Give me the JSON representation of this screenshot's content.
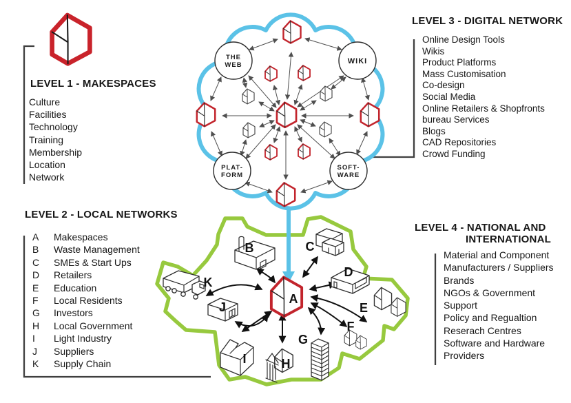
{
  "level1": {
    "title": "LEVEL 1 - MAKESPACES",
    "items": [
      "Culture",
      "Facilities",
      "Technology",
      "Training",
      "Membership",
      "Location",
      "Network"
    ]
  },
  "level2": {
    "title": "LEVEL 2 - LOCAL NETWORKS",
    "items": [
      {
        "key": "A",
        "label": "Makespaces"
      },
      {
        "key": "B",
        "label": "Waste Management"
      },
      {
        "key": "C",
        "label": "SMEs & Start Ups"
      },
      {
        "key": "D",
        "label": "Retailers"
      },
      {
        "key": "E",
        "label": "Education"
      },
      {
        "key": "F",
        "label": "Local Residents"
      },
      {
        "key": "G",
        "label": "Investors"
      },
      {
        "key": "H",
        "label": "Local Government"
      },
      {
        "key": "I",
        "label": "Light Industry"
      },
      {
        "key": "J",
        "label": "Suppliers"
      },
      {
        "key": "K",
        "label": "Supply Chain"
      }
    ]
  },
  "level3": {
    "title": "LEVEL 3 - DIGITAL NETWORK",
    "items": [
      "Online Design Tools",
      "Wikis",
      "Product Platforms",
      "Mass Customisation",
      "Co-design",
      "Social Media",
      "Online Retailers & Shopfronts",
      "bureau Services",
      "Blogs",
      "CAD Repositories",
      "Crowd Funding"
    ]
  },
  "level4": {
    "title_line1": "LEVEL 4 - NATIONAL AND",
    "title_line2": "INTERNATIONAL",
    "items": [
      "Material and Component",
      "Manufacturers / Suppliers",
      "Brands",
      "NGOs & Government",
      "Support",
      "Policy and Regualtion",
      "Reserach Centres",
      "Software and Hardware",
      "Providers"
    ]
  },
  "digital_network": {
    "hubs": {
      "web": [
        "THE",
        "WEB"
      ],
      "wiki": [
        "WIKI"
      ],
      "platform": [
        "PLAT-",
        "FORM"
      ],
      "software": [
        "SOFT-",
        "WARE"
      ]
    }
  },
  "local_network": {
    "nodes": [
      "A",
      "B",
      "C",
      "D",
      "E",
      "F",
      "G",
      "H",
      "I",
      "J",
      "K"
    ]
  },
  "colors": {
    "cyan": "#5bc2e7",
    "green": "#97c93e",
    "red": "#c2242c"
  }
}
